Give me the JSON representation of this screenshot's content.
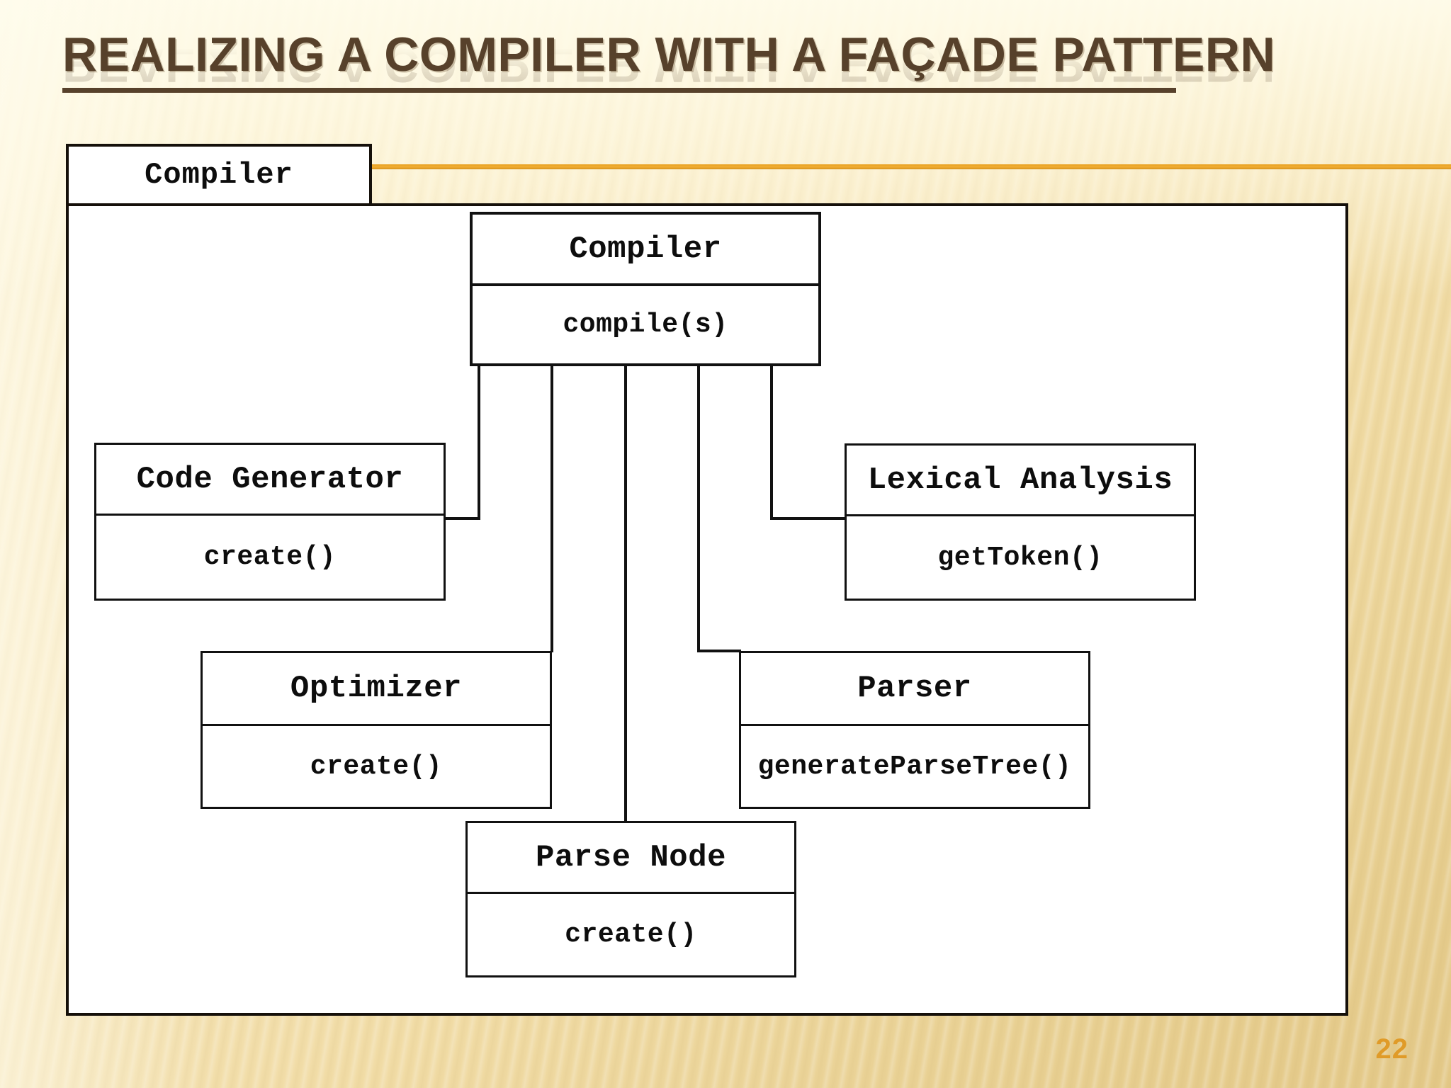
{
  "slide": {
    "title": "REALIZING A COMPILER WITH A  FAÇADE PATTERN",
    "page_number": "22",
    "accent_color": "#e8a020",
    "title_color": "#57412b",
    "page_number_color": "#e09b28",
    "background_color": "#f2e3ad"
  },
  "package": {
    "name": "Compiler"
  },
  "diagram": {
    "type": "uml-class-diagram",
    "classes": [
      {
        "id": "compiler",
        "name": "Compiler",
        "operations": "compile(s)"
      },
      {
        "id": "codegen",
        "name": "Code Generator",
        "operations": "create()"
      },
      {
        "id": "lexical",
        "name": "Lexical Analysis",
        "operations": "getToken()"
      },
      {
        "id": "optimizer",
        "name": "Optimizer",
        "operations": "create()"
      },
      {
        "id": "parser",
        "name": "Parser",
        "operations": "generateParseTree()"
      },
      {
        "id": "parsenode",
        "name": "Parse Node",
        "operations": "create()"
      }
    ],
    "associations": [
      {
        "from": "compiler",
        "to": "codegen"
      },
      {
        "from": "compiler",
        "to": "optimizer"
      },
      {
        "from": "compiler",
        "to": "parsenode"
      },
      {
        "from": "compiler",
        "to": "parser"
      },
      {
        "from": "compiler",
        "to": "lexical"
      }
    ]
  }
}
